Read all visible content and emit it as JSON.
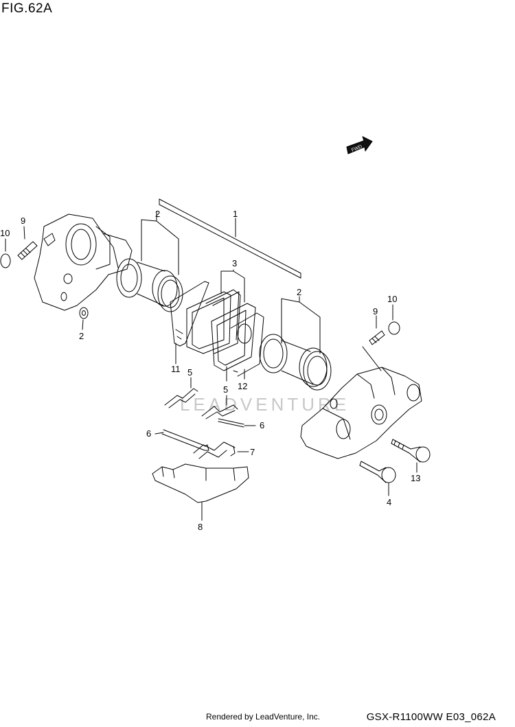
{
  "figure": {
    "title": "FIG.62A",
    "direction_badge": "FWD",
    "watermark": "LEADVENTURE",
    "callouts": {
      "assembly": "1",
      "piston_upper": "2",
      "washer": "2",
      "piston_lower": "2",
      "pad_set": "3",
      "bolt_lower": "4",
      "spring_upper": "5",
      "spring_lower": "5",
      "pin_left": "6",
      "pin_right": "6",
      "clip": "7",
      "cover": "8",
      "bleeder_left": "9",
      "bleeder_right": "9",
      "cap_left": "10",
      "cap_right": "10",
      "shim_left": "11",
      "shim_right": "12",
      "bolt_upper": "13"
    }
  },
  "footer": {
    "rendered_by": "Rendered by LeadVenture, Inc.",
    "model_code": "GSX-R1100WW  E03_062A"
  }
}
